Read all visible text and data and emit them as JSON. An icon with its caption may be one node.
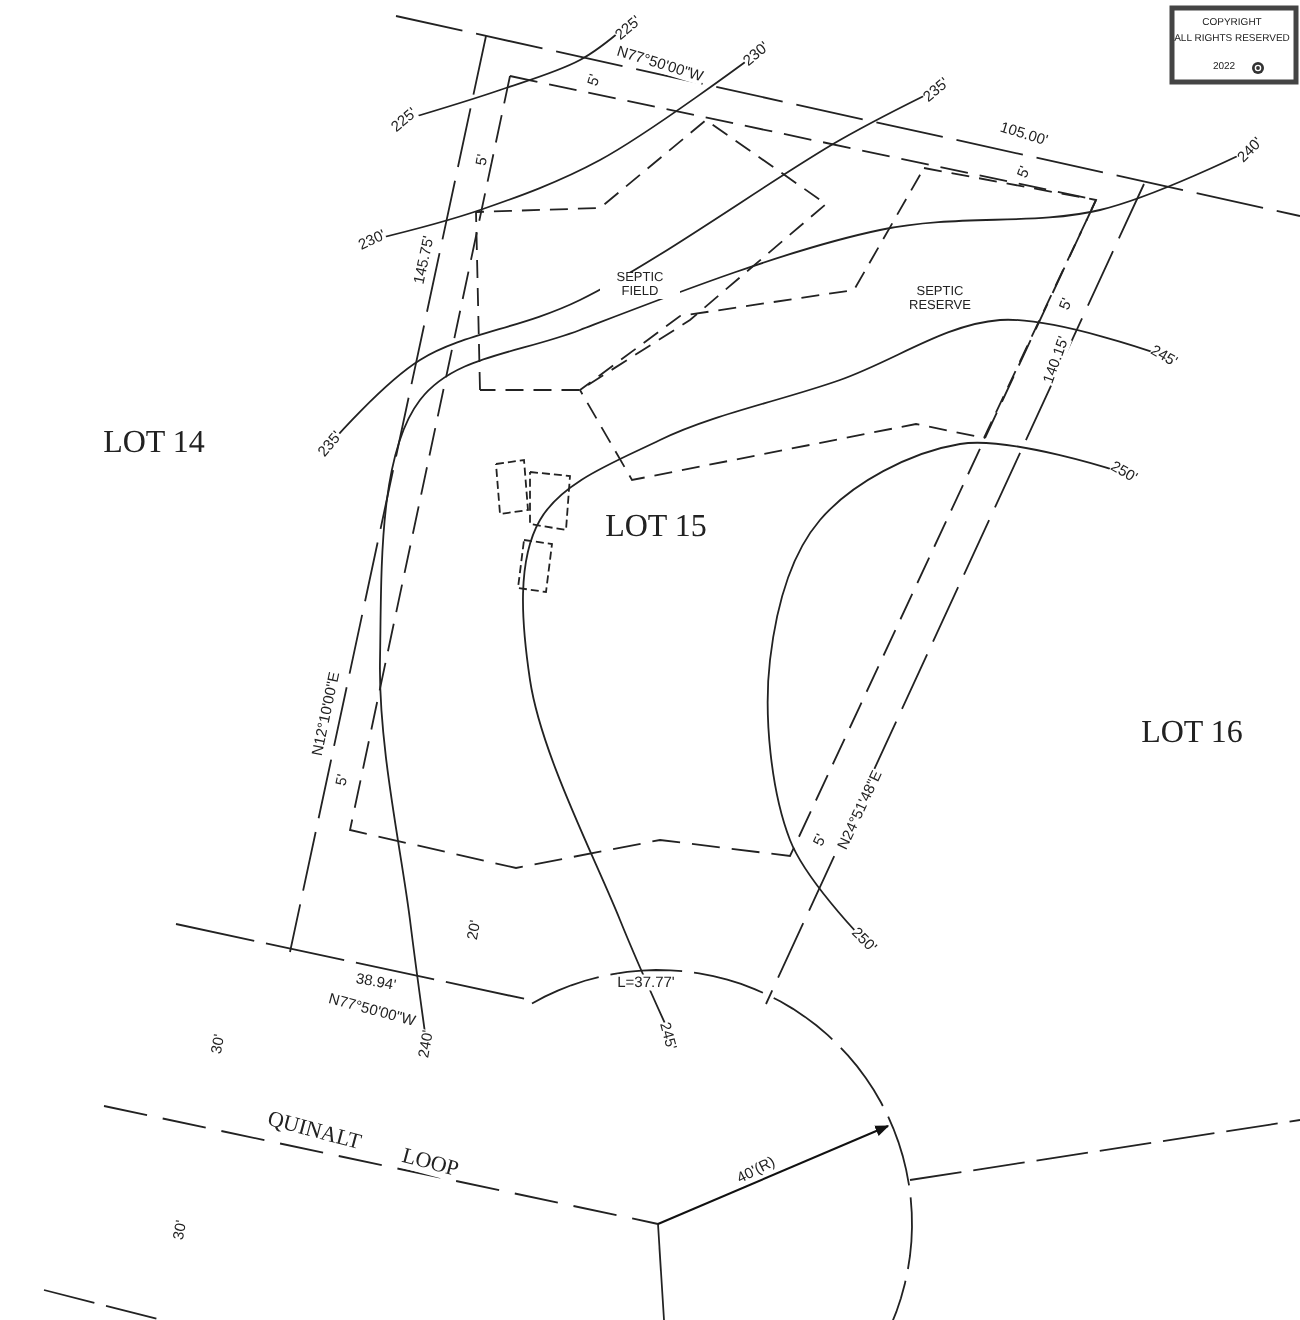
{
  "diagram": {
    "labels": [
      "COPYRIGHT",
      "ALL RIGHTS RESERVED",
      "2022",
      "225'",
      "N77°50'00\"W",
      "230'",
      "225'",
      "5'",
      "5'",
      "235'",
      "105.00'",
      "240'",
      "5'",
      "230'",
      "145.75'",
      "SEPTIC FIELD",
      "SEPTIC RESERVE",
      "5'",
      "245'",
      "140.15'",
      "LOT 14",
      "235'",
      "250'",
      "LOT 15",
      "LOT 16",
      "N12°10'00\"E",
      "5'",
      "5'",
      "N24°51'48\"E",
      "20'",
      "250'",
      "38.94'",
      "N77°50'00\"W",
      "L=37.77'",
      "30'",
      "240'",
      "245'",
      "QUINALT",
      "LOOP",
      "40'(R)",
      "30'"
    ]
  }
}
